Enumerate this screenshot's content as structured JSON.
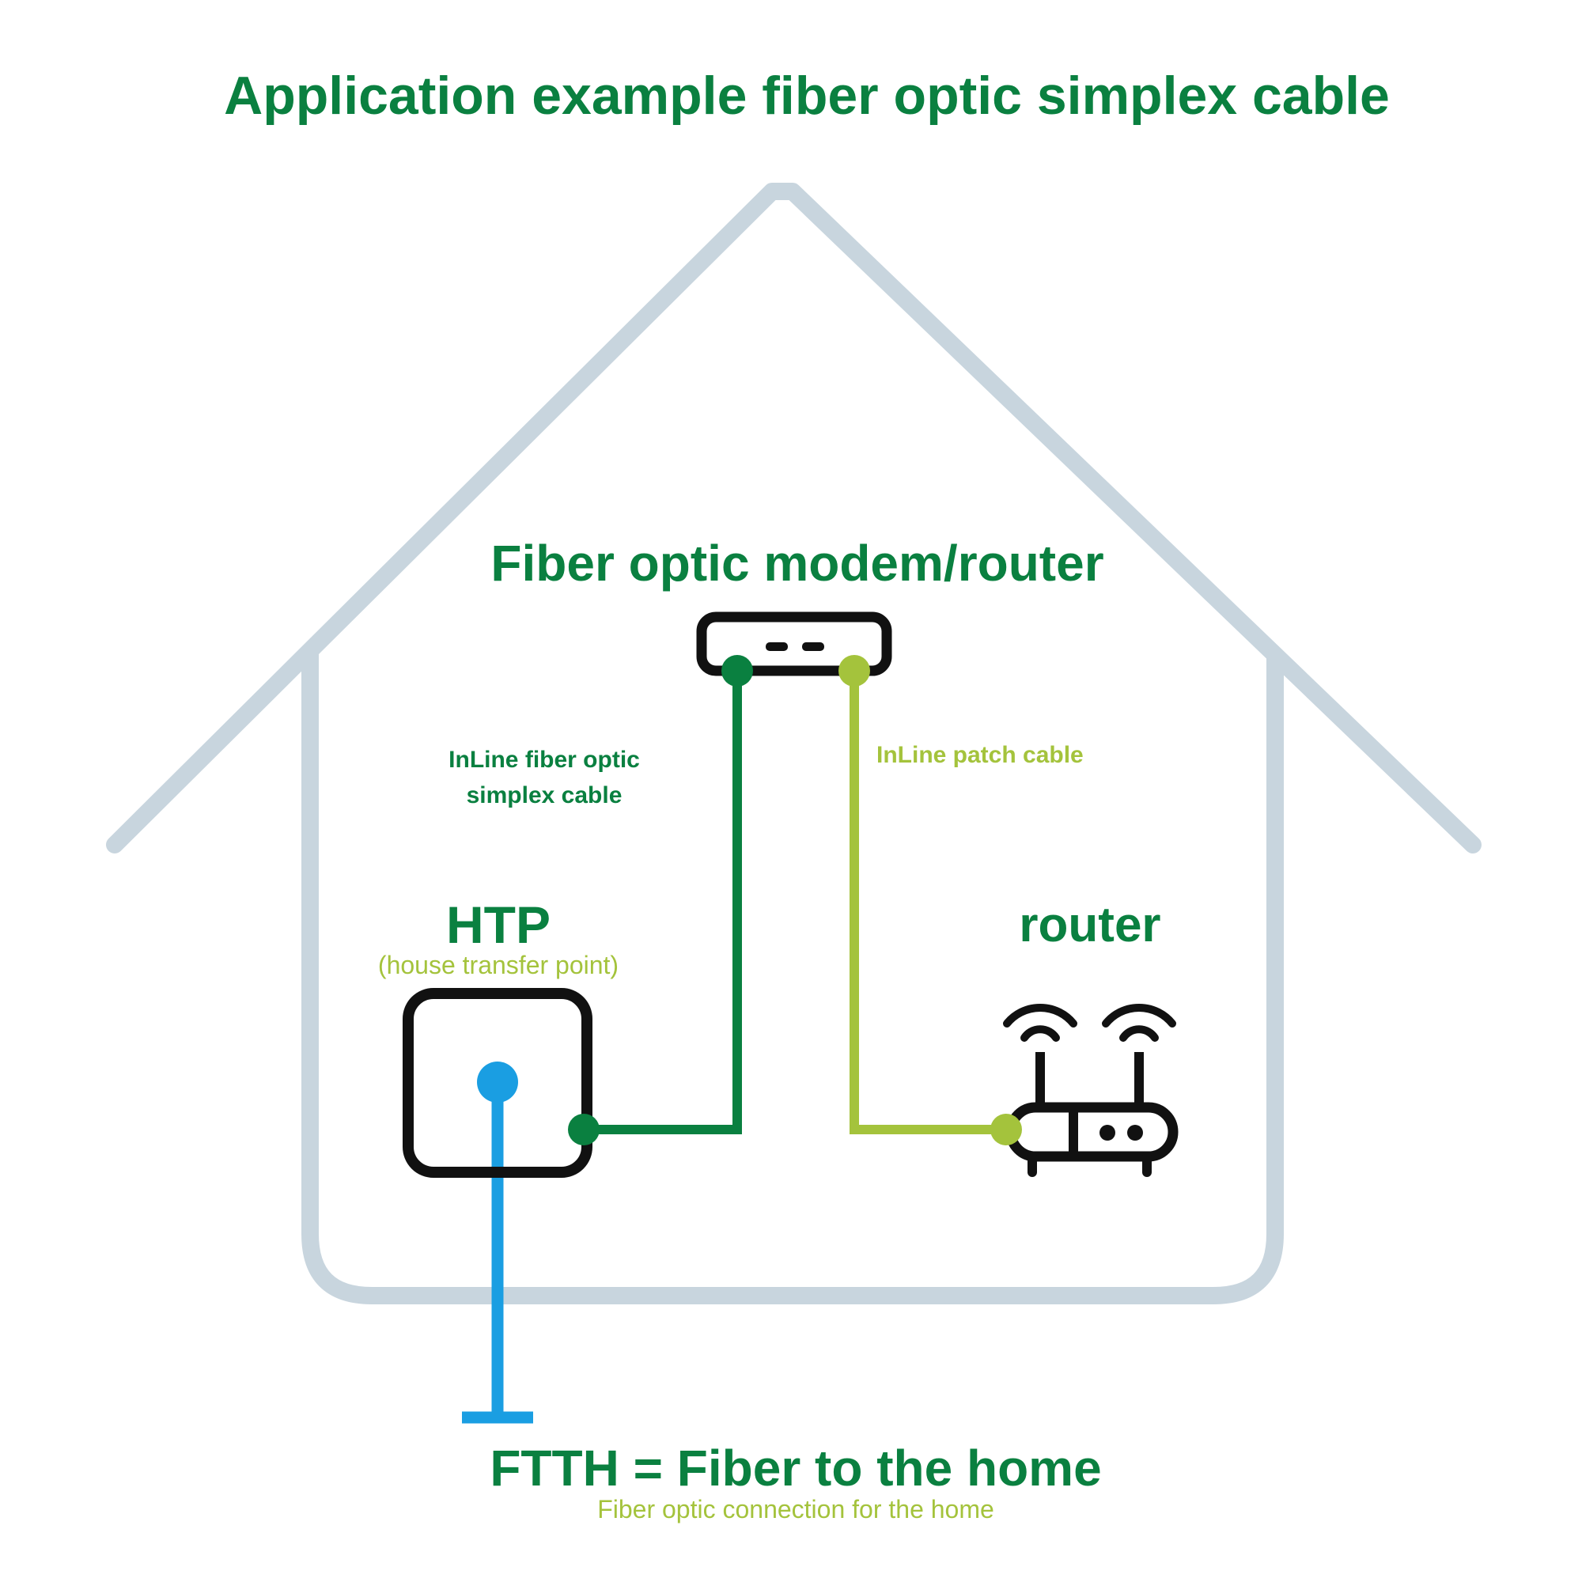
{
  "title": "Application example fiber optic simplex cable",
  "colors": {
    "dark_green": "#0a8040",
    "light_green": "#a4c33c",
    "blue": "#1a9ee2",
    "house_outline": "#c8d5de",
    "device_outline": "#111111"
  },
  "modem": {
    "label": "Fiber optic modem/router",
    "icon": "modem-icon"
  },
  "fiber_cable": {
    "label_line1": "InLine fiber optic",
    "label_line2": "simplex cable"
  },
  "patch_cable": {
    "label": "InLine patch cable"
  },
  "htp": {
    "label": "HTP",
    "sublabel": "(house transfer point)",
    "icon": "wall-socket-icon"
  },
  "router": {
    "label": "router",
    "icon": "wifi-router-icon"
  },
  "ftth": {
    "label": "FTTH = Fiber to the home",
    "sublabel": "Fiber optic connection for the home"
  }
}
